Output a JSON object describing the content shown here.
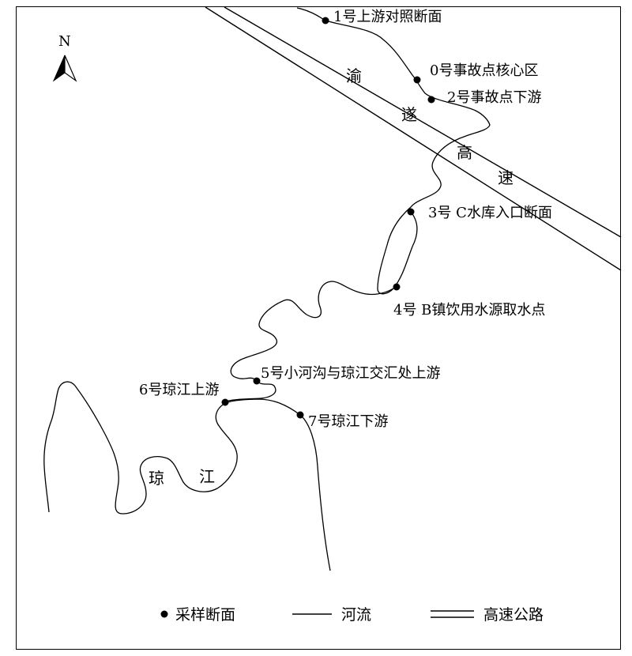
{
  "north": {
    "label": "N"
  },
  "highway": {
    "chars": [
      "渝",
      "遂",
      "高",
      "速"
    ]
  },
  "river": {
    "chars": [
      "琼",
      "江"
    ]
  },
  "sites": [
    {
      "id": "s1",
      "label": "1号上游对照断面"
    },
    {
      "id": "s0",
      "label": "0号事故点核心区"
    },
    {
      "id": "s2",
      "label": "2号事故点下游"
    },
    {
      "id": "s3",
      "label": "3号 C水库入口断面"
    },
    {
      "id": "s4",
      "label": "4号 B镇饮用水源取水点"
    },
    {
      "id": "s5",
      "label": "5号小河沟与琼江交汇处上游"
    },
    {
      "id": "s6",
      "label": "6号琼江上游"
    },
    {
      "id": "s7",
      "label": "7号琼江下游"
    }
  ],
  "legend": {
    "sampling": "采样断面",
    "river": "河流",
    "highway": "高速公路"
  },
  "colors": {
    "ink": "#000000",
    "background": "#ffffff"
  }
}
